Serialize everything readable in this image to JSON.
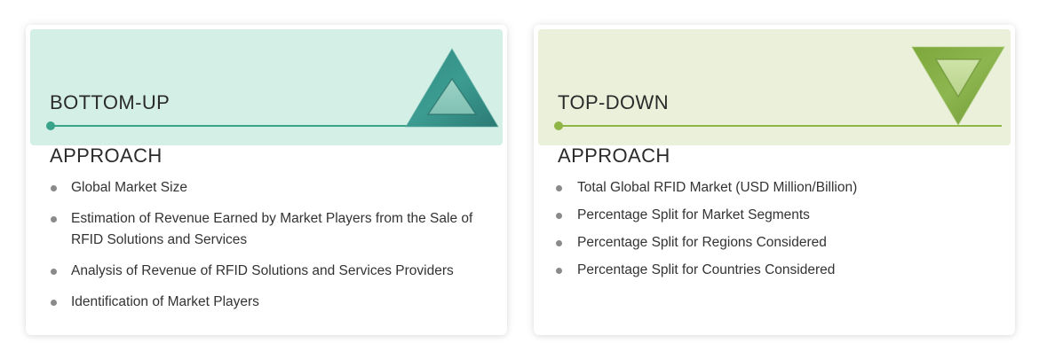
{
  "bottom_up": {
    "title_line1": "BOTTOM-UP",
    "title_line2": "APPROACH",
    "icon": "triangle-up-icon",
    "accent_color": "#3aa48a",
    "header_bg": "#d4efe6",
    "items": [
      "Global Market Size",
      "Estimation of Revenue Earned by Market Players from the Sale of RFID Solutions and Services",
      "Analysis of Revenue of RFID Solutions and Services Providers",
      "Identification of Market Players"
    ]
  },
  "top_down": {
    "title_line1": "TOP-DOWN",
    "title_line2": "APPROACH",
    "icon": "triangle-down-icon",
    "accent_color": "#8fb545",
    "header_bg": "#eaf0da",
    "items": [
      "Total Global RFID Market (USD Million/Billion)",
      "Percentage Split for Market Segments",
      "Percentage Split for Regions Considered",
      "Percentage Split for Countries Considered"
    ]
  }
}
